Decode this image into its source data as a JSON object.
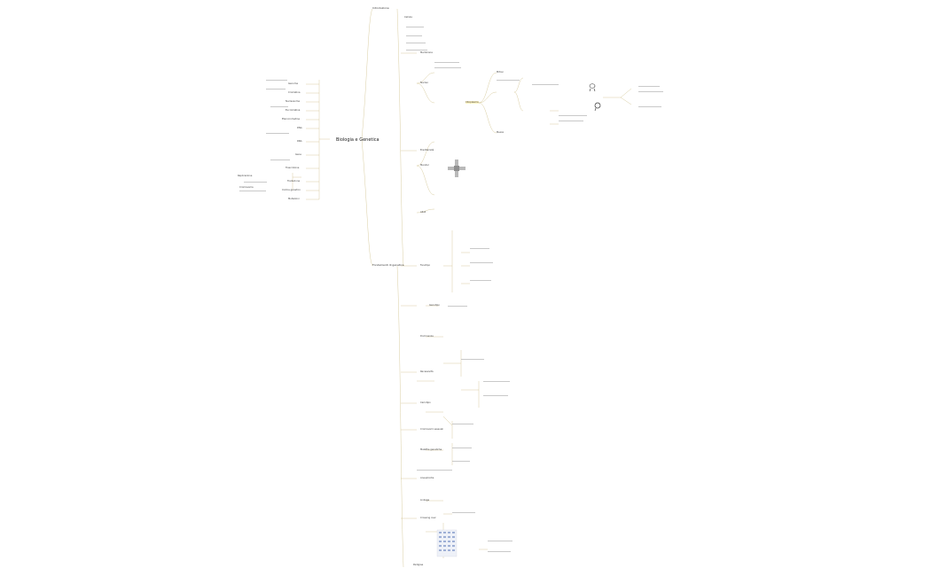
{
  "mindmap": {
    "root": "Biologia e Genetica",
    "branches": [
      "Introduzione",
      "Fondamenti di genetica"
    ],
    "left_cluster": [
      "Genoma",
      "Cromatina",
      "Nucleosoma",
      "Eucromatina",
      "Eterocromatina",
      "DNA",
      "RNA",
      "Gene",
      "Trascrizione",
      "Traduzione",
      "Codice genetico",
      "Mutazioni",
      "Replicazione",
      "Cromosoma"
    ],
    "right_cluster": [
      "Cellula",
      "Membrana",
      "Nucleo",
      "Citoplasma",
      "Mitosi",
      "Meiosi",
      "Ereditarietà",
      "Mendel",
      "Alleli",
      "Fenotipo",
      "Genotipo",
      "Dominanza",
      "Recessività",
      "Cariotipo",
      "Cromosomi sessuali",
      "Malattie genetiche",
      "Aneuploidie",
      "Linkage",
      "Crossing over",
      "Pedigree"
    ],
    "colors": {
      "line": "#c9b77a",
      "highlight": "#fff4c2",
      "text": "#444444"
    }
  }
}
